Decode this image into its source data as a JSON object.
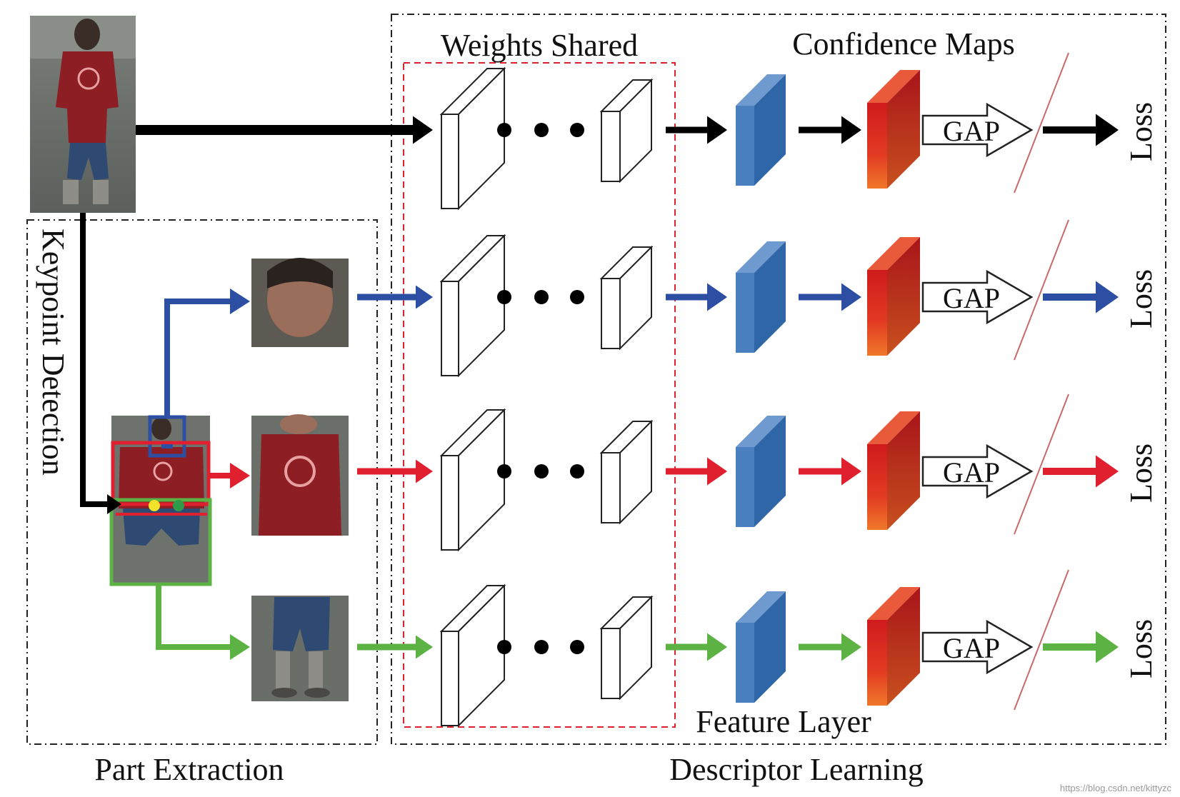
{
  "labels": {
    "weights_shared": "Weights Shared",
    "confidence_maps": "Confidence Maps",
    "keypoint_detection": "Keypoint Detection",
    "feature_layer": "Feature Layer",
    "part_extraction": "Part Extraction",
    "descriptor_learning": "Descriptor Learning",
    "watermark": "https://blog.csdn.net/kittyzc"
  },
  "branches": [
    {
      "name": "whole-body",
      "color": "#000000",
      "gap_label": "GAP",
      "loss_label": "Loss"
    },
    {
      "name": "head",
      "color": "#2c4fa3",
      "gap_label": "GAP",
      "loss_label": "Loss"
    },
    {
      "name": "upper-body",
      "color": "#e0202e",
      "gap_label": "GAP",
      "loss_label": "Loss"
    },
    {
      "name": "lower-body",
      "color": "#5cb344",
      "gap_label": "GAP",
      "loss_label": "Loss"
    }
  ],
  "colors": {
    "feature_block": "#4a7fc0",
    "confidence_block": "#d8281e",
    "weights_box": "#e0202e",
    "dashed_frame": "#222222"
  },
  "icons": [
    "person-photo",
    "head-crop",
    "torso-crop",
    "legs-crop",
    "conv-layer",
    "ellipsis",
    "feature-block",
    "confidence-map-block",
    "gap-arrow",
    "loss-arrow"
  ]
}
